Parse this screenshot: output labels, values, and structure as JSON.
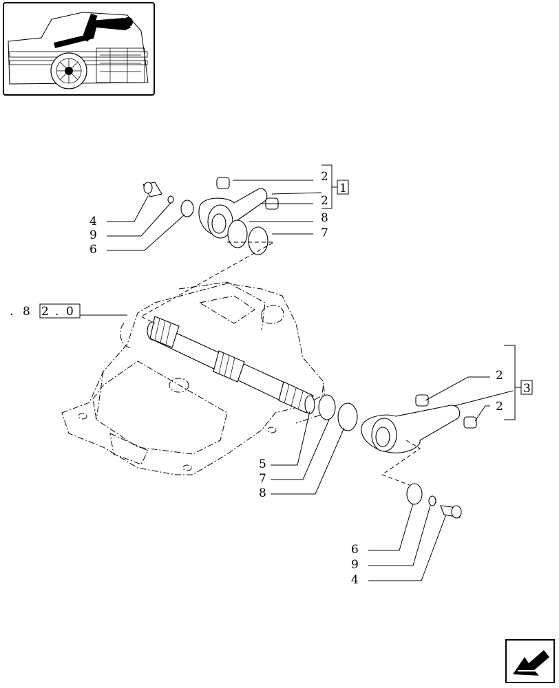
{
  "ref_label": ". 8 2 . 0",
  "ref_chars": [
    ".",
    "8",
    "2",
    ".",
    "0"
  ],
  "group_upper": "1",
  "group_lower": "3",
  "callouts": {
    "upper_2a": "2",
    "upper_2b": "2",
    "upper_8": "8",
    "upper_7": "7",
    "upper_4": "4",
    "upper_9": "9",
    "upper_6": "6",
    "lower_2a": "2",
    "lower_2b": "2",
    "mid_5": "5",
    "mid_7": "7",
    "mid_8": "8",
    "low_6": "6",
    "low_9": "9",
    "low_4": "4"
  },
  "icons": [
    "tractor-thumbnail-icon",
    "next-page-arrow-icon"
  ]
}
